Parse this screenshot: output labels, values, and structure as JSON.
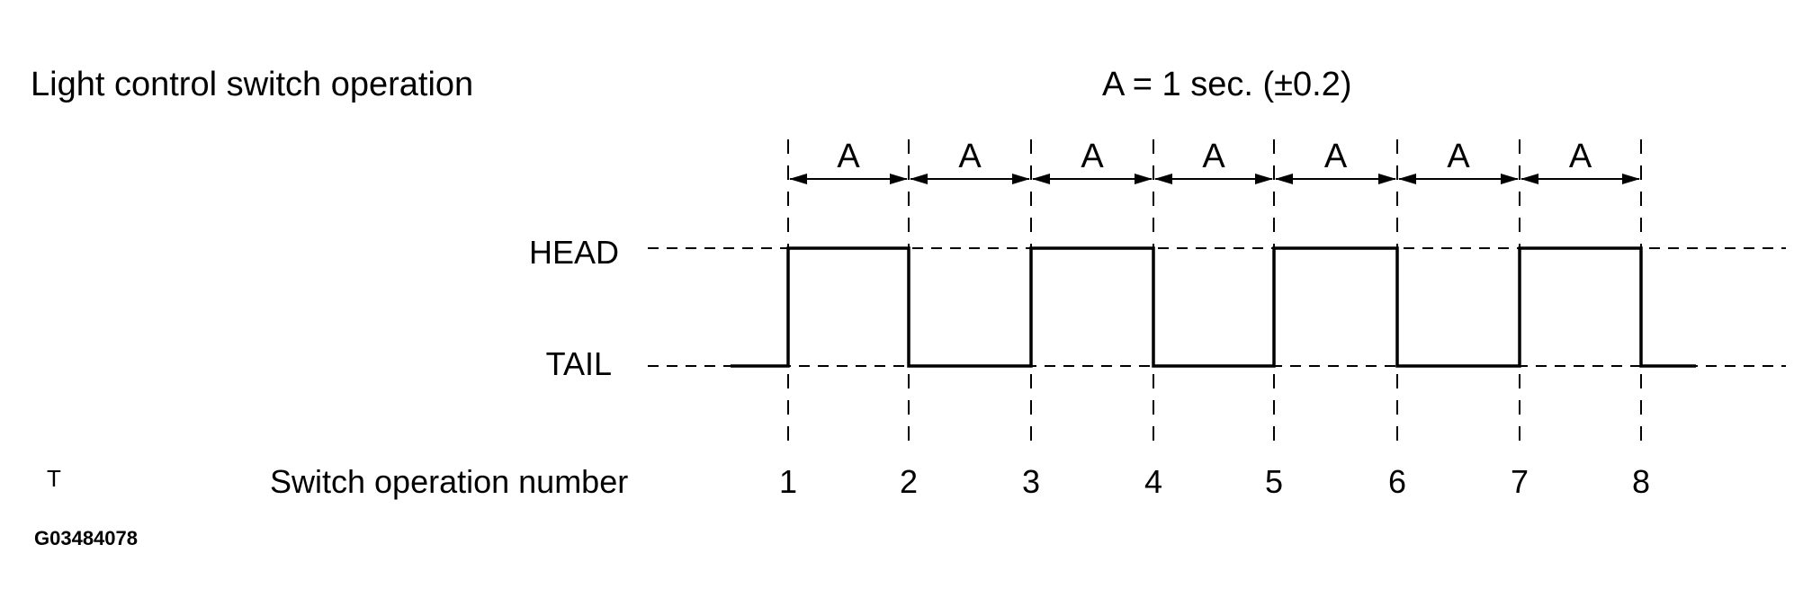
{
  "title": "Light control switch operation",
  "formula": "A =  1 sec. (±0.2)",
  "interval_label": "A",
  "levels": {
    "head": "HEAD",
    "tail": "TAIL"
  },
  "axis_label": "Switch operation number",
  "operation_numbers": [
    "1",
    "2",
    "3",
    "4",
    "5",
    "6",
    "7",
    "8"
  ],
  "corner_mark": "T",
  "figure_code": "G03484078",
  "waveform_states": [
    "TAIL",
    "HEAD",
    "TAIL",
    "HEAD",
    "TAIL",
    "HEAD",
    "TAIL",
    "HEAD",
    "TAIL"
  ]
}
